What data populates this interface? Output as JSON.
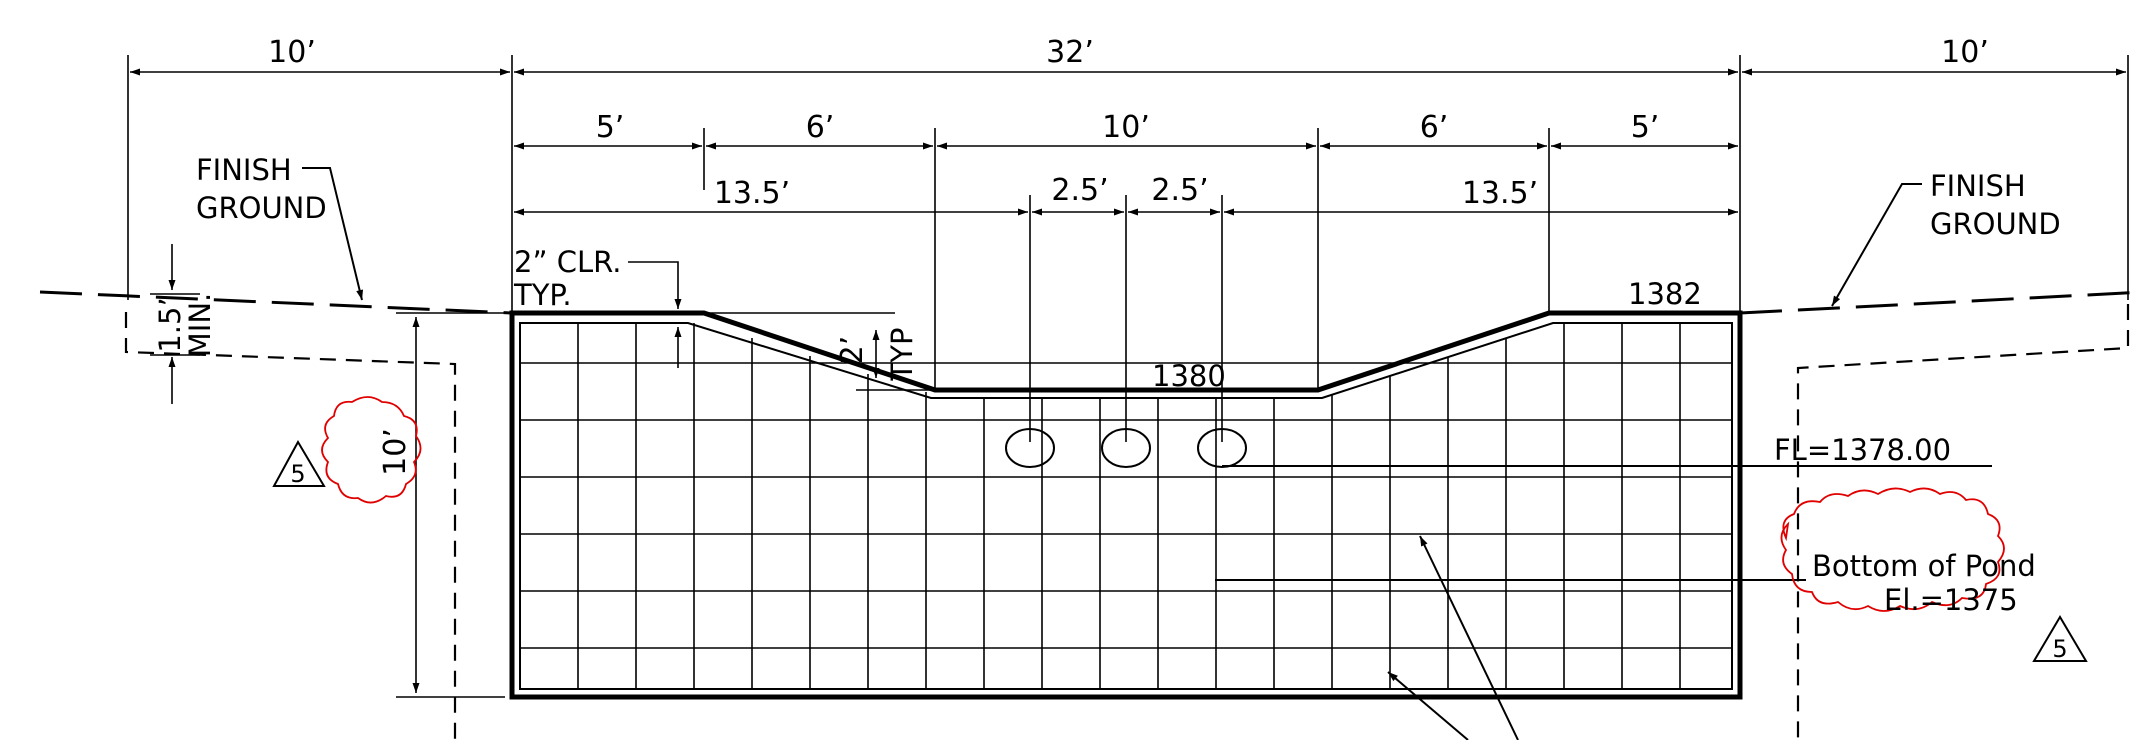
{
  "dimensions": {
    "top_left": "10’",
    "top_total": "32’",
    "top_right": "10’",
    "row2": [
      "5’",
      "6’",
      "10’",
      "6’",
      "5’"
    ],
    "row3_left": "13.5’",
    "row3_mid_a": "2.5’",
    "row3_mid_b": "2.5’",
    "row3_right": "13.5’",
    "depth": "10’",
    "side_slope": "2’"
  },
  "labels": {
    "finish_ground_left_1": "FINISH",
    "finish_ground_left_2": "GROUND",
    "finish_ground_right_1": "FINISH",
    "finish_ground_right_2": "GROUND",
    "clearance_1": "2” CLR.",
    "clearance_2": "TYP.",
    "typ": "TYP",
    "min_cover_1": "1.5’",
    "min_cover_2": "MIN.",
    "elev_top": "1382",
    "elev_channel": "1380",
    "flowline": "FL=1378.00",
    "bottom_pond_1": "Bottom of Pond",
    "bottom_pond_2": "El.=1375"
  },
  "revision_marks": [
    "5",
    "5"
  ],
  "colors": {
    "linework": "#000000",
    "revision_cloud": "#e00000",
    "background": "#ffffff"
  }
}
